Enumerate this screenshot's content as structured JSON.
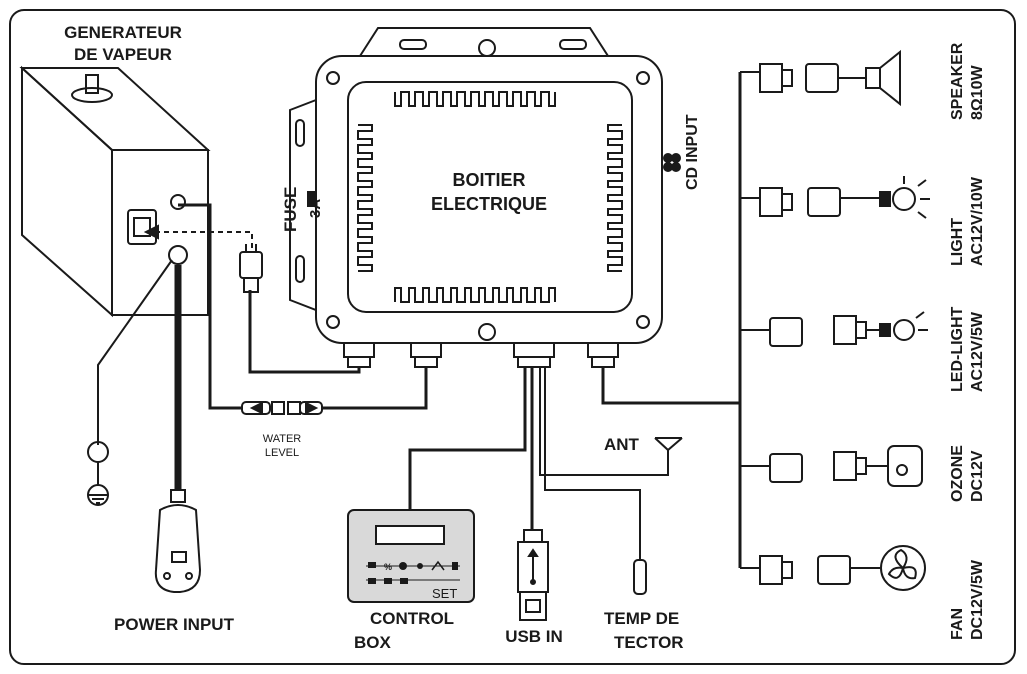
{
  "labels": {
    "generator_line1": "GENERATEUR",
    "generator_line2": "DE VAPEUR",
    "box_line1": "BOITIER",
    "box_line2": "ELECTRIQUE",
    "fuse": "FUSE",
    "fuse_rating": "3A",
    "cd_input": "CD INPUT",
    "speaker_line1": "SPEAKER",
    "speaker_line2": "8Ω10W",
    "light_line1": "LIGHT",
    "light_line2": "AC12V/10W",
    "led_line1": "LED-LIGHT",
    "led_line2": "AC12V/5W",
    "ozone_line1": "OZONE",
    "ozone_line2": "DC12V",
    "fan_line1": "FAN",
    "fan_line2": "DC12V/5W",
    "water_level_line1": "WATER",
    "water_level_line2": "LEVEL",
    "ant": "ANT",
    "power_input": "POWER  INPUT",
    "control_box_line1": "CONTROL",
    "control_box_line2": "BOX",
    "usb_in": "USB IN",
    "temp_line1": "TEMP DE",
    "temp_line2": "TECTOR",
    "control_panel_set": "SET"
  },
  "colors": {
    "stroke": "#1a1a1a",
    "panel_fill": "#d9d9d9",
    "background": "#ffffff"
  }
}
